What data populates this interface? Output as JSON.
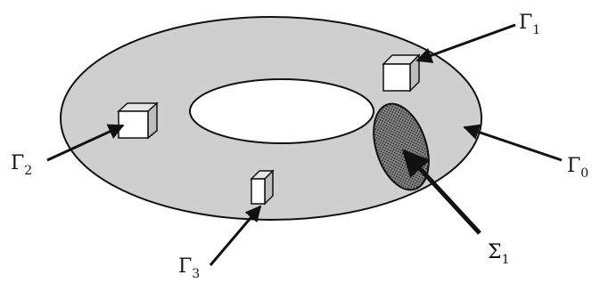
{
  "colors": {
    "torus_fill": "#cfcfcf",
    "hole_fill": "#ffffff",
    "stroke": "#111111",
    "cube_front": "#ffffff",
    "cube_top": "#e6e6e6",
    "cube_side": "#bdbdbd",
    "section_dots": "#222222",
    "section_bg": "#8a8a8a"
  },
  "labels": {
    "gamma0": {
      "base": "Γ",
      "sub": "0"
    },
    "gamma1": {
      "base": "Γ",
      "sub": "1"
    },
    "gamma2": {
      "base": "Γ",
      "sub": "2"
    },
    "gamma3": {
      "base": "Γ",
      "sub": "3"
    },
    "sigma1": {
      "base": "Σ",
      "sub": "1"
    }
  }
}
